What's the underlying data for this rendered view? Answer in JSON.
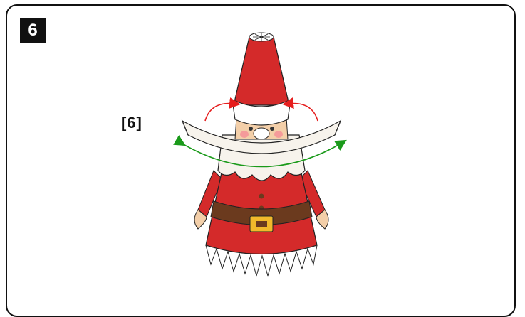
{
  "step": {
    "number": "6"
  },
  "part_label": "[6]",
  "colors": {
    "red": "#d42a2a",
    "dark_red": "#a81d1d",
    "white_trim": "#f7f3ec",
    "skin": "#f3cfa9",
    "cheek": "#f59a9a",
    "belt": "#6b3a1e",
    "buckle": "#f2b92b",
    "arrow_red": "#e61e1e",
    "arrow_green": "#1a9a1a",
    "outline": "#222222"
  },
  "icons": [
    "step-number-badge",
    "santa-figure",
    "beard-strip",
    "fold-arrow-red",
    "curve-arrow-green"
  ]
}
